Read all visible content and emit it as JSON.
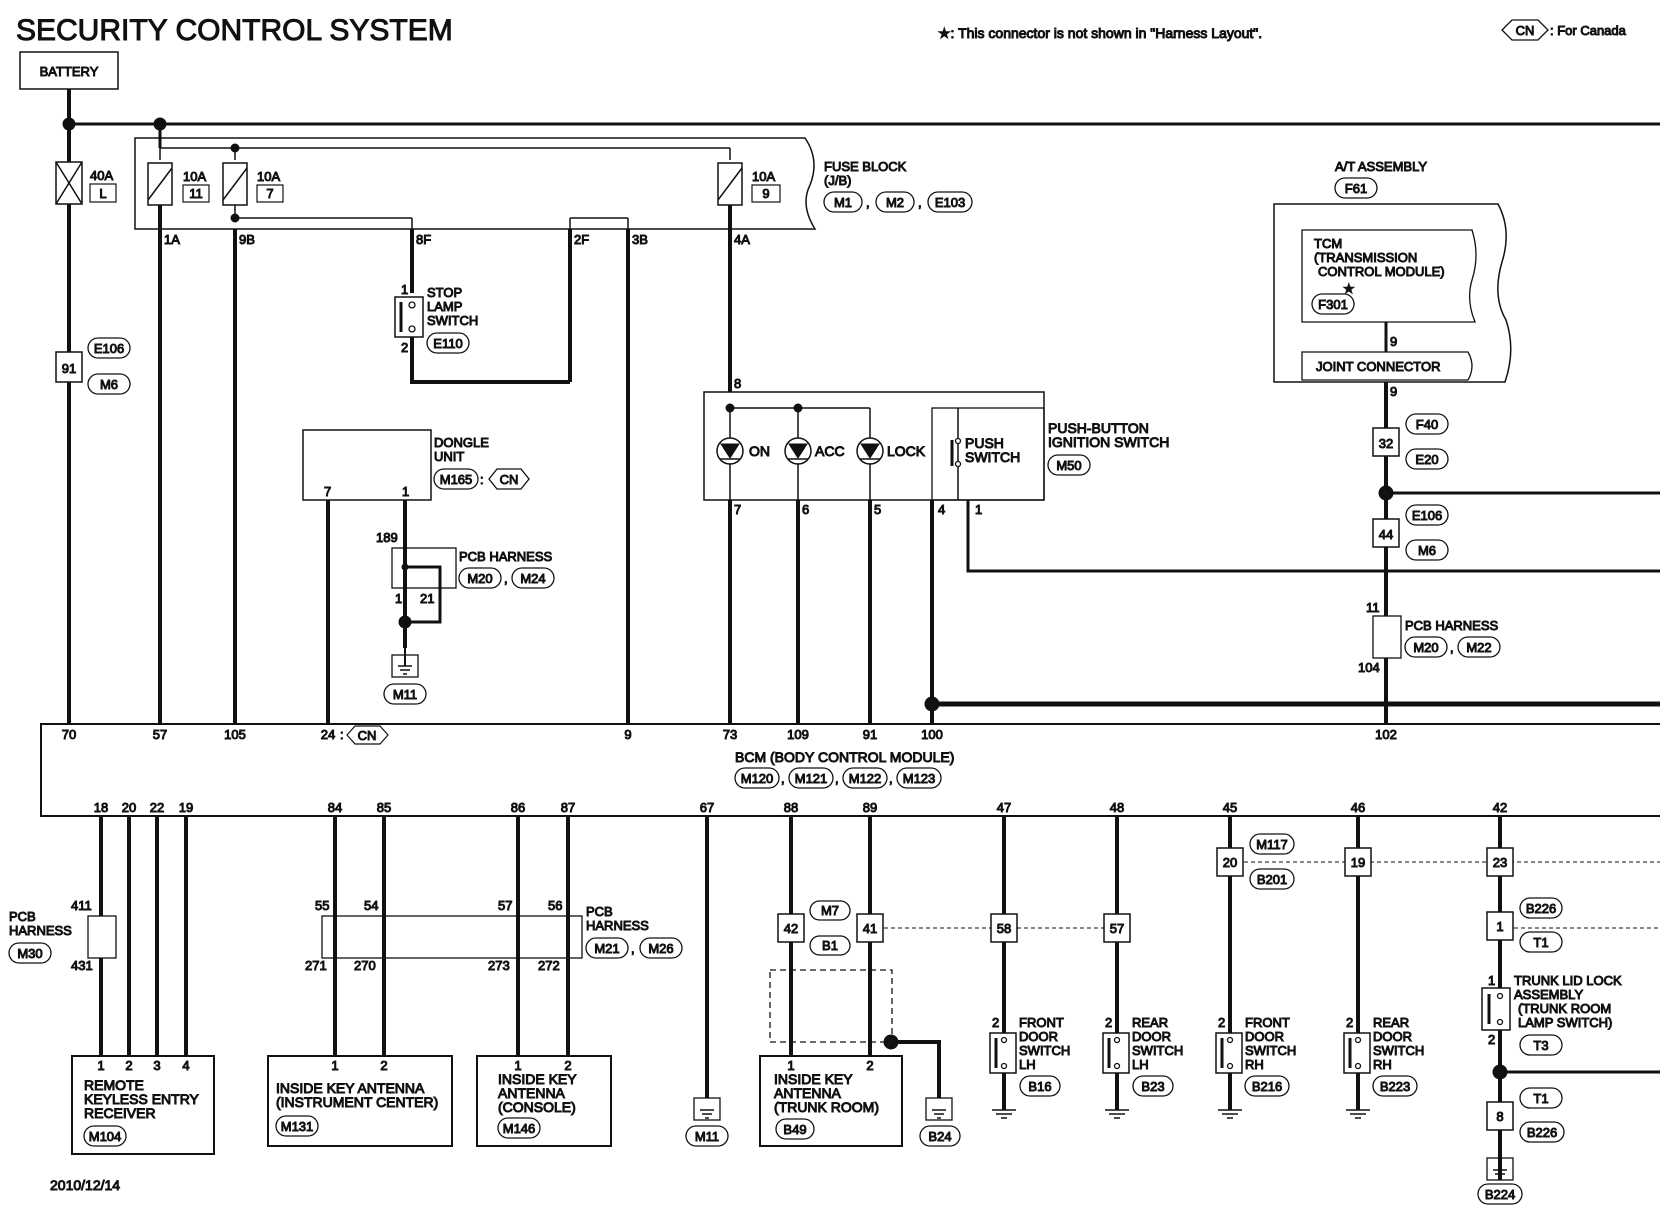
{
  "title": "SECURITY CONTROL SYSTEM",
  "note": "★: This connector is not shown in \"Harness Layout\".",
  "canada_note": {
    "badge": "CN",
    "text": ": For Canada"
  },
  "date": "2010/12/14",
  "colors": {
    "line": "#111111",
    "background": "#ffffff"
  },
  "battery": {
    "label": "BATTERY"
  },
  "fuses": [
    {
      "rating": "40A",
      "id": "L"
    },
    {
      "rating": "10A",
      "id": "11"
    },
    {
      "rating": "10A",
      "id": "7"
    },
    {
      "rating": "10A",
      "id": "9"
    }
  ],
  "fuse_block": {
    "label1": "FUSE BLOCK",
    "label2": "(J/B)",
    "connectors": [
      "M1",
      "M2",
      "E103"
    ],
    "sep": ","
  },
  "fuse_terminals": [
    "1A",
    "9B",
    "8F",
    "2F",
    "3B",
    "4A"
  ],
  "ic_e106_m6": {
    "pin": "91",
    "c1": "E106",
    "c2": "M6"
  },
  "stop_lamp": {
    "line1": "STOP",
    "line2": "LAMP",
    "line3": "SWITCH",
    "conn": "E110",
    "pin1": "1",
    "pin2": "2"
  },
  "dongle": {
    "line1": "DONGLE",
    "line2": "UNIT",
    "conn": "M165",
    "cn": "CN",
    "sep": ":",
    "pin7": "7",
    "pin1": "1"
  },
  "pcb_top": {
    "label": "PCB HARNESS",
    "conns": [
      "M20",
      "M24"
    ],
    "pin189": "189",
    "pin1": "1",
    "pin21": "21",
    "ground": "M11"
  },
  "ign": {
    "pin8": "8",
    "on": "ON",
    "acc": "ACC",
    "lock": "LOCK",
    "push1": "PUSH",
    "push2": "SWITCH",
    "label1": "PUSH-BUTTON",
    "label2": "IGNITION SWITCH",
    "conn": "M50",
    "pins": [
      "7",
      "6",
      "5",
      "4",
      "1"
    ]
  },
  "at": {
    "label": "A/T ASSEMBLY",
    "conn": "F61",
    "tcm1": "TCM",
    "tcm2": "(TRANSMISSION",
    "tcm3": "CONTROL MODULE)",
    "star": "★",
    "tcm_conn": "F301",
    "pin9a": "9",
    "joint": "JOINT CONNECTOR",
    "pin9b": "9"
  },
  "ic_f40": {
    "pin": "32",
    "c1": "F40",
    "c2": "E20"
  },
  "ic_e106b": {
    "pin": "44",
    "c1": "E106",
    "c2": "M6"
  },
  "pcb_right": {
    "label": "PCB HARNESS",
    "pin11": "11",
    "pin104": "104",
    "conns": [
      "M20",
      "M22"
    ]
  },
  "bcm": {
    "label": "BCM (BODY CONTROL MODULE)",
    "conns": [
      "M120",
      "M121",
      "M122",
      "M123"
    ],
    "sep": ",",
    "top_pins": [
      "70",
      "57",
      "105",
      "24",
      "9",
      "73",
      "109",
      "91",
      "100",
      "102"
    ],
    "cn24": "CN",
    "bottom_pins": [
      "18",
      "20",
      "22",
      "19",
      "84",
      "85",
      "86",
      "87",
      "67",
      "88",
      "89",
      "47",
      "48",
      "45",
      "46",
      "42"
    ]
  },
  "pcb_left": {
    "line1": "PCB",
    "line2": "HARNESS",
    "conn": "M30",
    "pin411": "411",
    "pin431": "431"
  },
  "pcb_mid": {
    "line1": "PCB",
    "line2": "HARNESS",
    "conns": [
      "M21",
      "M26"
    ],
    "top_pins": [
      "55",
      "54",
      "57",
      "56"
    ],
    "bottom_pins": [
      "271",
      "270",
      "273",
      "272"
    ]
  },
  "rke": {
    "line1": "REMOTE",
    "line2": "KEYLESS ENTRY",
    "line3": "RECEIVER",
    "conn": "M104",
    "pins": [
      "1",
      "2",
      "3",
      "4"
    ]
  },
  "ant_ic": {
    "line1": "INSIDE KEY ANTENNA",
    "line2": "(INSTRUMENT CENTER)",
    "conn": "M131",
    "pins": [
      "1",
      "2"
    ]
  },
  "ant_con": {
    "line1": "INSIDE KEY",
    "line2": "ANTENNA",
    "line3": "(CONSOLE)",
    "conn": "M146",
    "pins": [
      "1",
      "2"
    ]
  },
  "ground_m11b": "M11",
  "ic_m7": {
    "pin42": "42",
    "pin41": "41",
    "c1": "M7",
    "c2": "B1",
    "pin58": "58",
    "pin57": "57"
  },
  "ant_trunk": {
    "line1": "INSIDE KEY",
    "line2": "ANTENNA",
    "line3": "(TRUNK ROOM)",
    "conn": "B49",
    "pins": [
      "1",
      "2"
    ],
    "ground": "B24"
  },
  "door_sw": [
    {
      "line1": "FRONT",
      "line2": "DOOR",
      "line3": "SWITCH",
      "line4": "LH",
      "conn": "B16",
      "pin": "2"
    },
    {
      "line1": "REAR",
      "line2": "DOOR",
      "line3": "SWITCH",
      "line4": "LH",
      "conn": "B23",
      "pin": "2"
    },
    {
      "line1": "FRONT",
      "line2": "DOOR",
      "line3": "SWITCH",
      "line4": "RH",
      "conn": "B216",
      "pin": "2"
    },
    {
      "line1": "REAR",
      "line2": "DOOR",
      "line3": "SWITCH",
      "line4": "RH",
      "conn": "B223",
      "pin": "2"
    }
  ],
  "ic_m117": {
    "pin20": "20",
    "pin19": "19",
    "pin23": "23",
    "c1": "M117",
    "c2": "B201"
  },
  "trunk": {
    "ic_pin": "1",
    "c1": "B226",
    "c2": "T1",
    "line1": "TRUNK LID LOCK",
    "line2": "ASSEMBLY",
    "line3": "(TRUNK ROOM",
    "line4": "LAMP SWITCH)",
    "conn": "T3",
    "pin1": "1",
    "pin2": "2",
    "ic2_pin": "8",
    "c3": "T1",
    "c4": "B226",
    "ground": "B224"
  }
}
